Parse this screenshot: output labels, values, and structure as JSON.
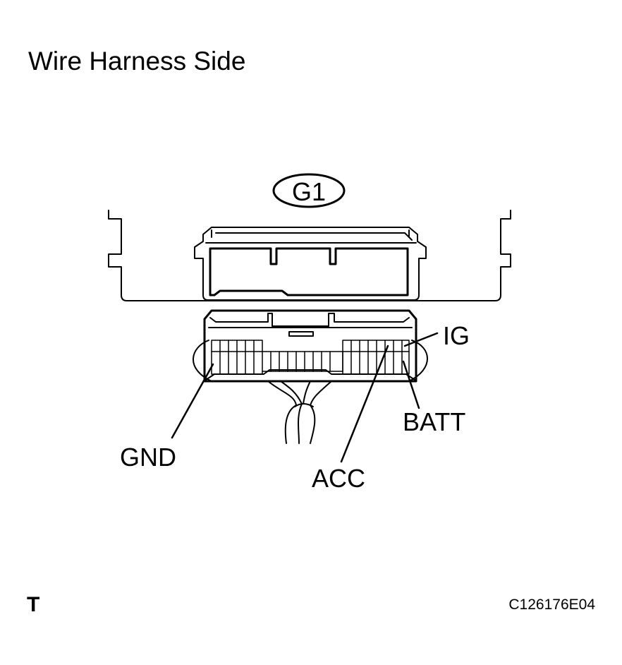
{
  "title": "Wire Harness Side",
  "connector_id": "G1",
  "labels": {
    "ig": "IG",
    "batt": "BATT",
    "gnd": "GND",
    "acc": "ACC"
  },
  "corner_mark": "T",
  "figure_code": "C126176E04"
}
